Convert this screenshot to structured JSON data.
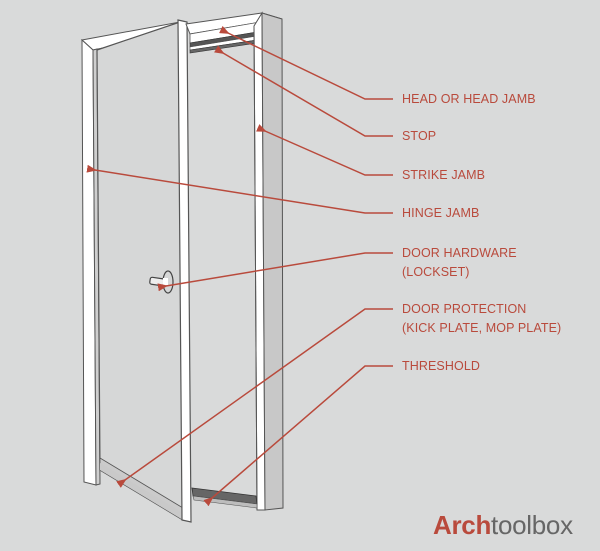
{
  "diagram": {
    "subject": "door-assembly",
    "background_color": "#d9dada",
    "accent_color": "#b94a3c",
    "labels": [
      {
        "id": "head",
        "text": "HEAD OR HEAD JAMB"
      },
      {
        "id": "stop",
        "text": "STOP"
      },
      {
        "id": "strike",
        "text": "STRIKE JAMB"
      },
      {
        "id": "hinge",
        "text": "HINGE JAMB"
      },
      {
        "id": "hardware",
        "line1": "DOOR HARDWARE",
        "line2": "(LOCKSET)"
      },
      {
        "id": "protection",
        "line1": "DOOR PROTECTION",
        "line2": "(KICK PLATE, MOP PLATE)"
      },
      {
        "id": "threshold",
        "text": "THRESHOLD"
      }
    ]
  },
  "brand": {
    "part1": "Arch",
    "part2": "toolbox"
  }
}
